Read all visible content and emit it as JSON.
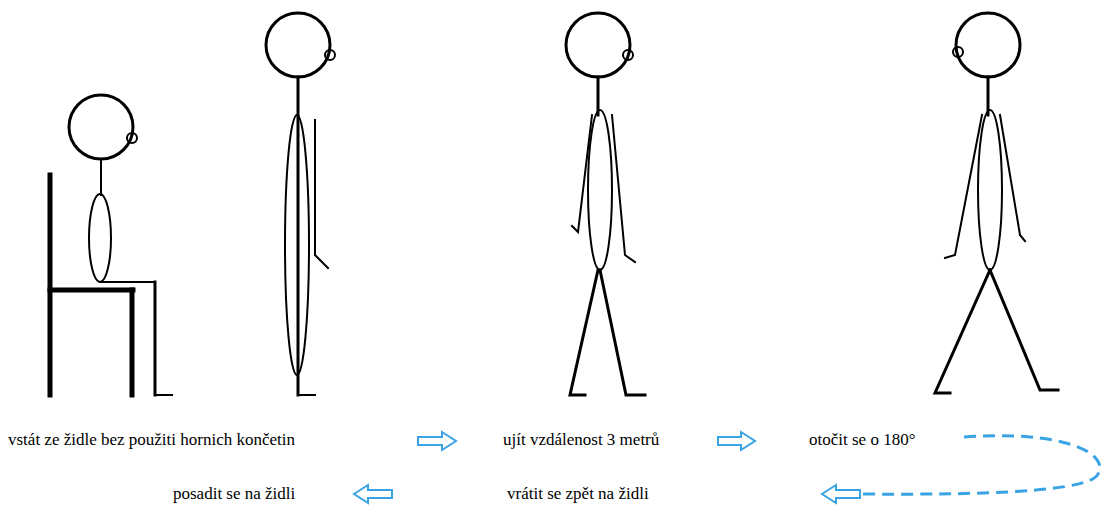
{
  "diagram": {
    "labels": [
      "vstát ze židle bez použiti hornich končetin",
      "ujít vzdálenost 3 metrů",
      "otočit se o 180°",
      "posadit se na židli",
      "vrátit se zpět na židli"
    ]
  }
}
